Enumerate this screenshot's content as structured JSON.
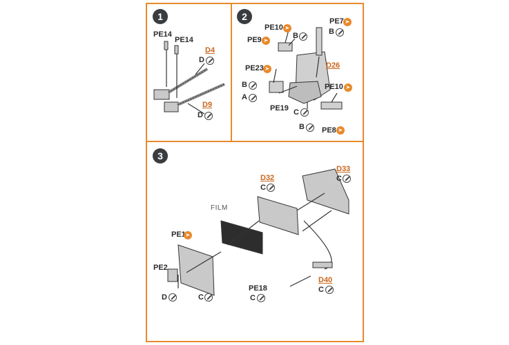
{
  "steps": [
    {
      "number": "1"
    },
    {
      "number": "2"
    },
    {
      "number": "3"
    }
  ],
  "step1": {
    "pe14_a": "PE14",
    "pe14_b": "PE14",
    "d4": "D4",
    "d4_code": "D",
    "d9": "D9",
    "d9_code": "D"
  },
  "step2": {
    "pe10_top": "PE10",
    "pe10_top_code": "B",
    "pe9": "PE9",
    "pe7": "PE7",
    "pe7_code": "B",
    "d26": "D26",
    "pe23": "PE23",
    "b_code": "B",
    "a_code": "A",
    "pe19": "PE19",
    "c_code": "C",
    "pe10_bottom": "PE10",
    "b_code2": "B",
    "pe8": "PE8"
  },
  "step3": {
    "d32": "D32",
    "d32_code": "C",
    "d33": "D33",
    "d33_code": "C",
    "film": "FILM",
    "pe1": "PE1",
    "pe2": "PE2",
    "d_code": "D",
    "c_code": "C",
    "pe18": "PE18",
    "pe18_code": "C",
    "d40": "D40",
    "d40_code": "C"
  },
  "colors": {
    "panel_border": "#e8892b",
    "photo_etch_badge": "#e8892b",
    "part_grey": "#c9c9c9",
    "badge_dark": "#3a3d40"
  }
}
